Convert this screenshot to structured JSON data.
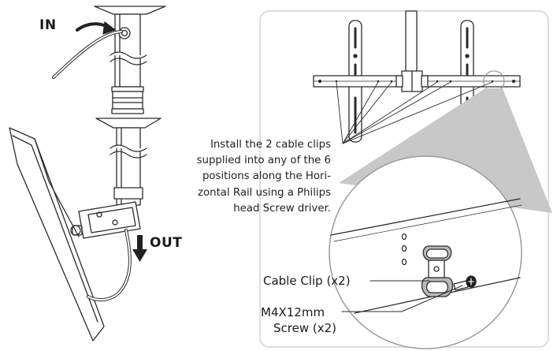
{
  "labels": {
    "in": "IN",
    "out": "OUT",
    "instruction_lines": [
      "Install the 2 cable clips",
      "supplied into any of the 6",
      "positions along the Hori-",
      "zontal Rail using a Philips",
      "head Screw driver."
    ],
    "cable_clip": "Cable Clip (x2)",
    "screw_line1": "M4X12mm",
    "screw_line2": "Screw (x2)"
  },
  "colors": {
    "line": "#2b2b2b",
    "callout_shade": "#c8c8c8",
    "panel_border": "#d4d4d4",
    "arrow": "#222222"
  },
  "icons": {
    "in_arrow": "curved-arrow-right-icon",
    "out_arrow": "arrow-down-icon"
  }
}
